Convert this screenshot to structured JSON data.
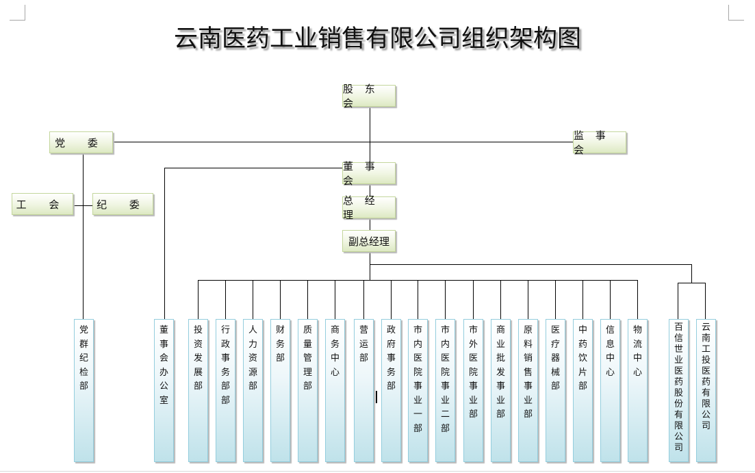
{
  "title": "云南医药工业销售有限公司组织架构图",
  "top_boxes": {
    "shareholders": "股 东 会",
    "party_committee": "党 委",
    "supervisors": "监 事 会",
    "board": "董 事 会",
    "general_manager": "总 经 理",
    "deputy_gm": "副总经理",
    "union": "工 会",
    "discipline": "纪 委"
  },
  "departments": [
    "党群纪检部",
    "董事会办公室",
    "投资发展部",
    "行政事务部部",
    "人力资源部",
    "财 务 部",
    "质量管理部",
    "商务中心",
    "营 运 部",
    "政府事务部",
    "市内医院事业一部",
    "市内医院事业二部",
    "市外医院事业部",
    "商业批发事业部",
    "原料销售事业部",
    "医疗器械部",
    "中药饮片部",
    "信息中心",
    "物流中心",
    "百信世业医药股份有限公司",
    "云南工投医药有限公司"
  ],
  "colors": {
    "green_border": "#c3d69b",
    "green_fill": "#dde9c3",
    "blue_border": "#93cddd",
    "blue_fill": "#bfe2ea"
  }
}
